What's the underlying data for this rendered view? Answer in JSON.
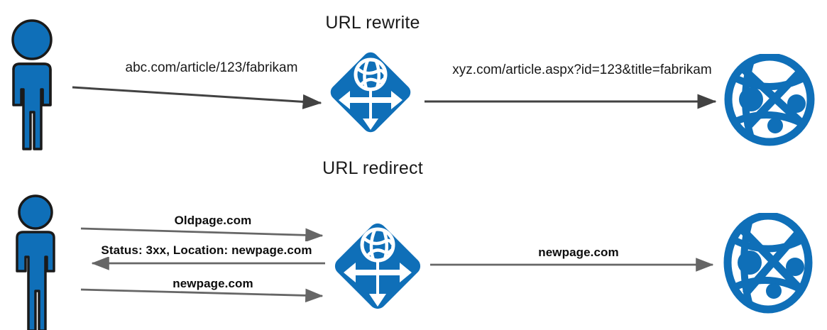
{
  "diagram": {
    "title_rewrite": "URL rewrite",
    "title_redirect": "URL redirect",
    "colors": {
      "azure_blue": "#0F6FB8",
      "arrow_gray": "#595959",
      "arrow_dark": "#404040",
      "outline_black": "#1a1a1a",
      "text": "#181818",
      "background": "#FFFFFF"
    },
    "rewrite_section": {
      "client_icon": "person-icon",
      "gateway_icon": "application-gateway-icon",
      "server_icon": "globe-network-icon",
      "inbound_label": "abc.com/article/123/fabrikam",
      "outbound_label": "xyz.com/article.aspx?id=123&title=fabrikam"
    },
    "redirect_section": {
      "client_icon": "person-icon",
      "gateway_icon": "application-gateway-icon",
      "server_icon": "globe-network-icon",
      "request_label": "Oldpage.com",
      "response_label": "Status: 3xx, Location: newpage.com",
      "retry_label": "newpage.com",
      "outbound_label": "newpage.com"
    }
  }
}
